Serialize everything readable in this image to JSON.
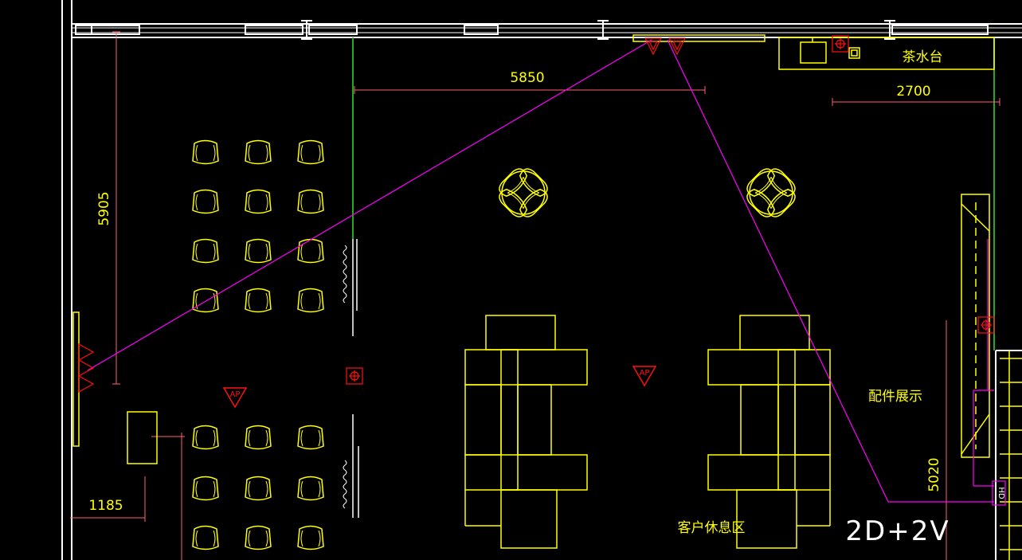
{
  "colors": {
    "background": "#000000",
    "furniture": "#ffff00",
    "dimension": "#ff6070",
    "partition": "#22aa22",
    "network": "#ff00ff",
    "device": "#ff1010",
    "wall": "#ffffff"
  },
  "dimensions": {
    "d1": "5850",
    "d2": "2700",
    "d3": "5905",
    "d4": "1185",
    "d5": "5020"
  },
  "labels": {
    "tea_counter": "茶水台",
    "parts_display": "配件展示",
    "customer_lounge": "客户休息区",
    "view_count": "2D+2V"
  },
  "devices": {
    "ap_tag": "AP",
    "hd_tag": "HD"
  }
}
